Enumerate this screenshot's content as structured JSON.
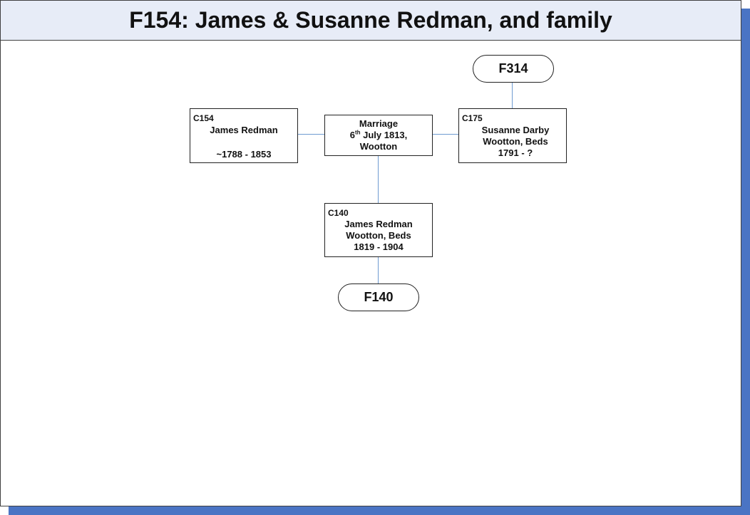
{
  "title": "F154: James & Susanne Redman, and family",
  "colors": {
    "shadow": "#4a74c4",
    "title_bg": "#e7ecf7",
    "connector": "#6f9bd1"
  },
  "nodes": {
    "c154": {
      "id": "C154",
      "name": "James Redman",
      "place": "",
      "dates": "~1788 - 1853"
    },
    "marriage": {
      "label": "Marriage",
      "day": "6",
      "day_suffix": "th",
      "date_rest": " July 1813,",
      "place": "Wootton"
    },
    "c175": {
      "id": "C175",
      "name": "Susanne Darby",
      "place": "Wootton, Beds",
      "dates": "1791 - ?"
    },
    "c140": {
      "id": "C140",
      "name": "James Redman",
      "place": "Wootton, Beds",
      "dates": "1819 - 1904"
    },
    "f314": {
      "label": "F314"
    },
    "f140": {
      "label": "F140"
    }
  }
}
